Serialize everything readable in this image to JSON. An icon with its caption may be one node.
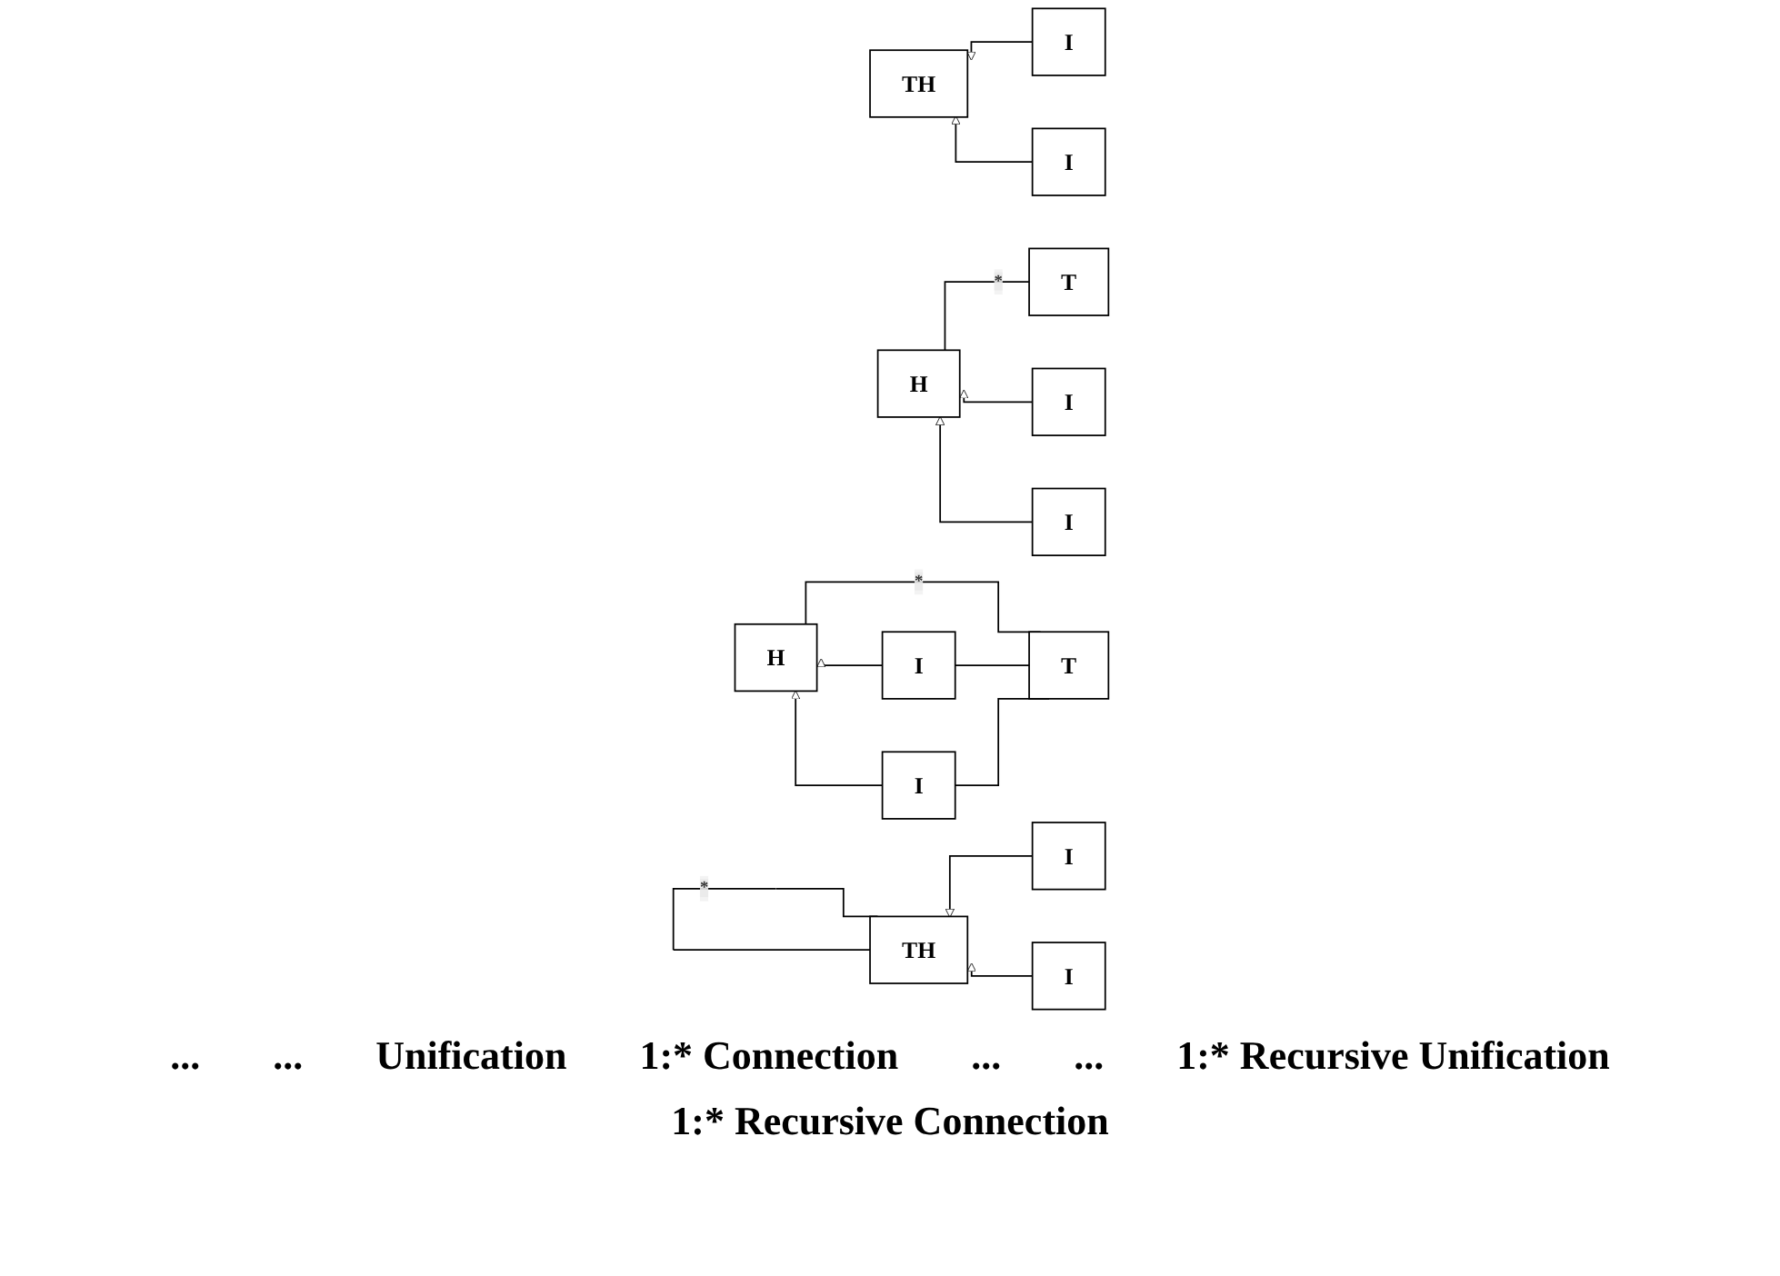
{
  "diagram": {
    "nodes": [
      {
        "text": [
          "TH"
        ]
      },
      {
        "text": [
          "I"
        ]
      },
      {
        "text": [
          "I"
        ]
      },
      {
        "text": [
          "T"
        ]
      },
      {
        "text": [
          "H"
        ]
      },
      {
        "text": [
          "I"
        ]
      },
      {
        "text": [
          "I"
        ]
      },
      {
        "text": [
          "TH"
        ]
      },
      {
        "text": [
          "I"
        ]
      },
      {
        "text": [
          "I"
        ]
      },
      {
        "text": [
          "T"
        ]
      },
      {
        "text": [
          "H"
        ]
      },
      {
        "text": [
          "I"
        ]
      },
      {
        "text": [
          "I"
        ]
      }
    ],
    "edges": [
      {
        "from": 1,
        "to": 0,
        "arrow": "to"
      },
      {
        "from": 2,
        "to": 0,
        "arrow": "to"
      },
      {
        "from": 3,
        "to": 4,
        "arrow": "none",
        "label": "*"
      },
      {
        "from": 5,
        "to": 4,
        "arrow": "to"
      },
      {
        "from": 6,
        "to": 4,
        "arrow": "to"
      },
      {
        "from": 7,
        "to": 7,
        "arrow": "none",
        "label": "*"
      },
      {
        "from": 8,
        "to": 7,
        "arrow": "to"
      },
      {
        "from": 9,
        "to": 7,
        "arrow": "to"
      },
      {
        "from": 10,
        "to": 11,
        "arrow": "none",
        "label": "*"
      },
      {
        "from": 12,
        "to": 11,
        "arrow": "to"
      },
      {
        "from": 13,
        "to": 11,
        "arrow": "to"
      },
      {
        "from": 10,
        "to": 12,
        "arrow": "other"
      },
      {
        "from": 10,
        "to": 13,
        "arrow": "other"
      }
    ],
    "labels": [
      "...",
      "...",
      "Unification",
      "1:* Connection",
      "...",
      "...",
      "1:* Recursive Unification",
      "1:* Recursive Connection"
    ]
  }
}
